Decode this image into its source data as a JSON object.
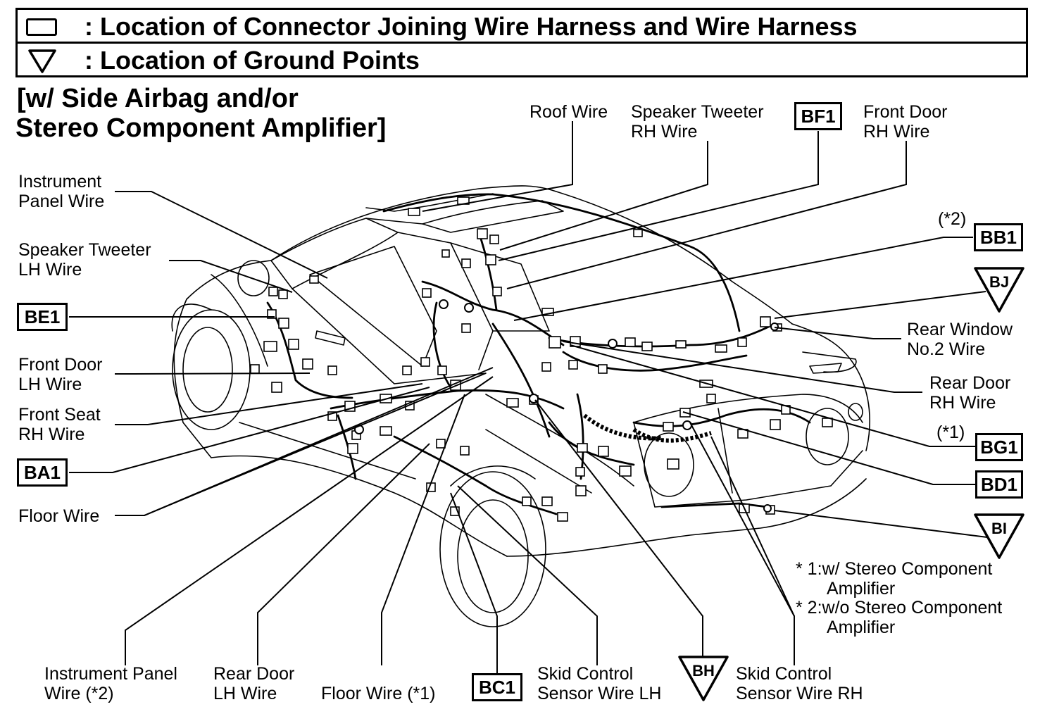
{
  "legend": {
    "connector_text": ": Location of Connector Joining Wire Harness and Wire Harness",
    "ground_text": ": Location of Ground Points"
  },
  "section_title": {
    "line1": "[w/ Side Airbag and/or",
    "line2": " Stereo Component Amplifier]"
  },
  "labels": {
    "roof_wire": "Roof Wire",
    "spk_tw_rh_1": "Speaker Tweeter",
    "spk_tw_rh_2": "RH Wire",
    "front_door_rh_1": "Front Door",
    "front_door_rh_2": "RH Wire",
    "inst_panel_1": "Instrument",
    "inst_panel_2": "Panel Wire",
    "spk_tw_lh_1": "Speaker Tweeter",
    "spk_tw_lh_2": "LH Wire",
    "front_door_lh_1": "Front Door",
    "front_door_lh_2": "LH Wire",
    "front_seat_rh_1": "Front Seat",
    "front_seat_rh_2": "RH Wire",
    "floor_wire": "Floor Wire",
    "note_2_top": "(*2)",
    "rear_window_1": "Rear Window",
    "rear_window_2": "No.2 Wire",
    "rear_door_rh_1": "Rear Door",
    "rear_door_rh_2": "RH Wire",
    "note_1_top": "(*1)",
    "inst_panel_b_1": "Instrument Panel",
    "inst_panel_b_2": "Wire (*2)",
    "rear_door_lh_1": "Rear Door",
    "rear_door_lh_2": "LH Wire",
    "floor_wire_1": "Floor Wire (*1)",
    "skid_lh_1": "Skid Control",
    "skid_lh_2": "Sensor Wire LH",
    "skid_rh_1": "Skid Control",
    "skid_rh_2": "Sensor Wire RH"
  },
  "notes": {
    "n1_a": "* 1:w/ Stereo Component",
    "n1_b": "Amplifier",
    "n2_a": "* 2:w/o Stereo Component",
    "n2_b": "Amplifier"
  },
  "connectors": {
    "bf1": "BF1",
    "bb1": "BB1",
    "be1": "BE1",
    "ba1": "BA1",
    "bg1": "BG1",
    "bd1": "BD1",
    "bc1": "BC1"
  },
  "grounds": {
    "bj": "BJ",
    "bi": "BI",
    "bh": "BH"
  }
}
